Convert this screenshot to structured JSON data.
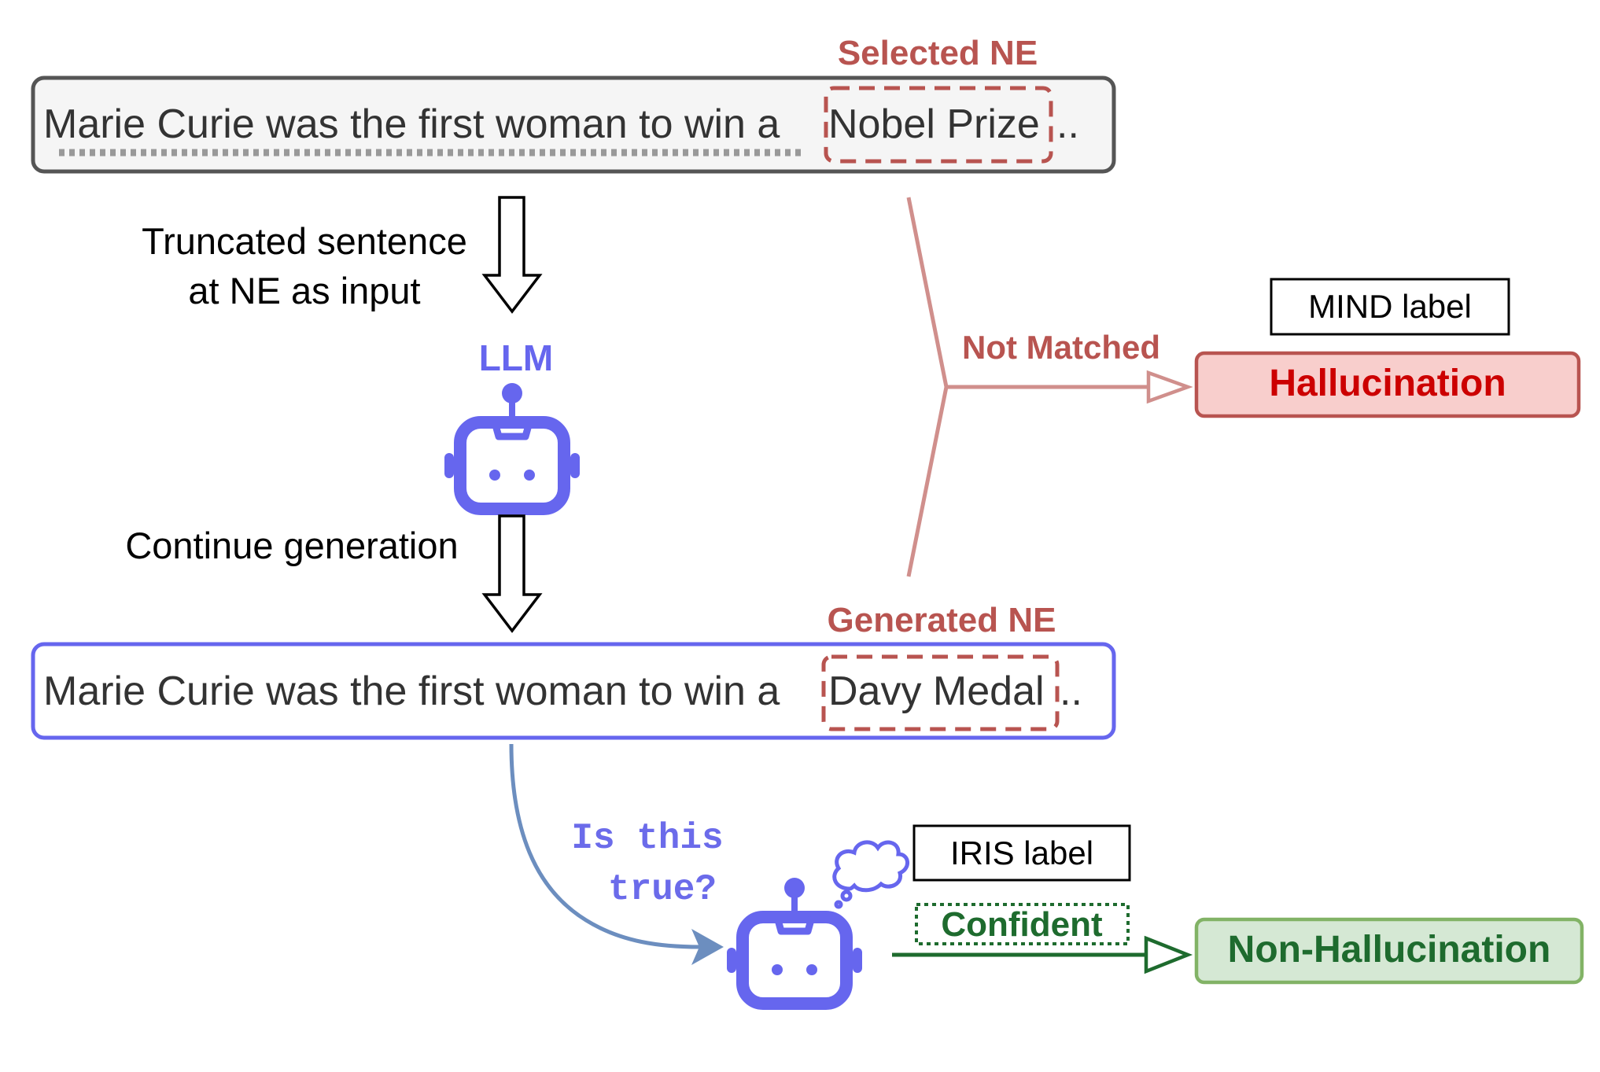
{
  "top_sentence": {
    "prefix": "Marie Curie was the first woman to win a",
    "entity": "Nobel Prize",
    "suffix": ".."
  },
  "selected_ne_label": "Selected NE",
  "truncate_label": {
    "line1": "Truncated sentence",
    "line2": "at NE as input"
  },
  "llm_label": "LLM",
  "continue_label": "Continue generation",
  "bottom_sentence": {
    "prefix": "Marie Curie was the first woman to win a",
    "entity": "Davy Medal",
    "suffix": ".."
  },
  "generated_ne_label": "Generated NE",
  "not_matched_label": "Not Matched",
  "mind_label": "MIND label",
  "hallucination_label": "Hallucination",
  "question": {
    "line1": "Is this",
    "line2": "true?"
  },
  "iris_label": "IRIS label",
  "confident_label": "Confident",
  "non_hallucination_label": "Non-Hallucination",
  "colors": {
    "ne_red": "#b85450",
    "hallucination_text": "#cc0000",
    "hallucination_fill": "#f8cecc",
    "llm_purple": "#6666ee",
    "question_purple": "#6b6bea",
    "green_text": "#1e6b2e",
    "green_fill": "#d5e8d4",
    "green_border": "#82b366",
    "curve_blue": "#6c8ebf",
    "bracket_pink": "#d08f8c",
    "gray_border": "#555555",
    "gray_fill": "#f5f5f5"
  }
}
